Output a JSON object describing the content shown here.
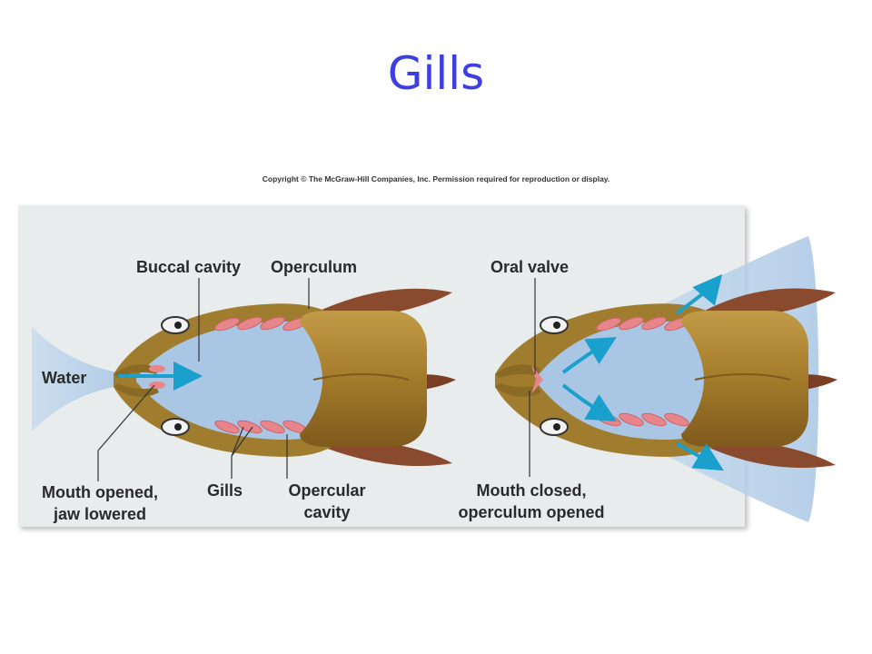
{
  "title": "Gills",
  "copyright": "Copyright © The McGraw-Hill Companies, Inc. Permission required for reproduction or display.",
  "labels": {
    "buccal_cavity": "Buccal cavity",
    "operculum": "Operculum",
    "oral_valve": "Oral valve",
    "water": "Water",
    "mouth_opened_line1": "Mouth opened,",
    "mouth_opened_line2": "jaw lowered",
    "gills": "Gills",
    "opercular_cavity_line1": "Opercular",
    "opercular_cavity_line2": "cavity",
    "mouth_closed_line1": "Mouth closed,",
    "mouth_closed_line2": "operculum opened"
  },
  "colors": {
    "title": "#3f3fe0",
    "water": "#a9c6e4",
    "head_tan": "#a07c2e",
    "body_tan": "#b08a3a",
    "gill": "#e8858a",
    "fin": "#8a4a2e",
    "arrow": "#1aa0cc"
  }
}
